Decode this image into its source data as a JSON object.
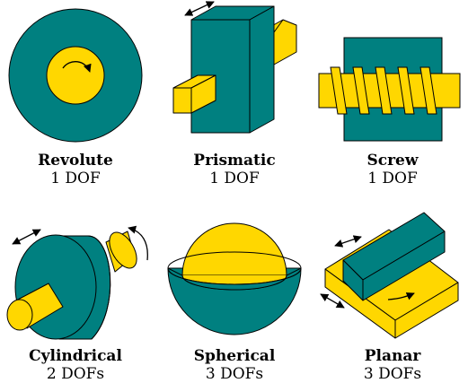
{
  "colors": {
    "teal": "#008080",
    "yellow": "#FFD700",
    "outline": "#000000",
    "background": "#FFFFFF"
  },
  "joints": [
    {
      "name": "Revolute",
      "dof": "1 DOF"
    },
    {
      "name": "Prismatic",
      "dof": "1 DOF"
    },
    {
      "name": "Screw",
      "dof": "1 DOF"
    },
    {
      "name": "Cylindrical",
      "dof": "2 DOFs"
    },
    {
      "name": "Spherical",
      "dof": "3 DOFs"
    },
    {
      "name": "Planar",
      "dof": "3 DOFs"
    }
  ]
}
